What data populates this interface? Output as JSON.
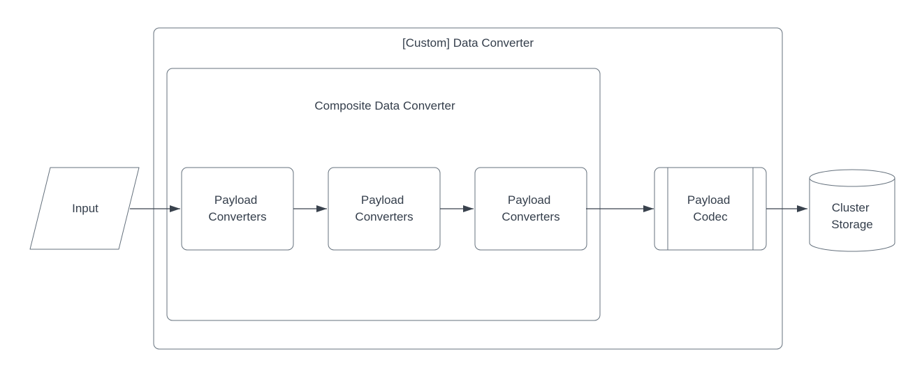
{
  "diagram": {
    "outer_container": {
      "title": "[Custom] Data Converter"
    },
    "inner_container": {
      "title": "Composite Data Converter"
    },
    "nodes": {
      "input": {
        "label": "Input",
        "shape": "parallelogram"
      },
      "payload_converter": {
        "line1": "Payload",
        "line2": "Converters",
        "shape": "rounded-rect",
        "count": 3
      },
      "payload_codec": {
        "line1": "Payload",
        "line2": "Codec",
        "shape": "predefined-process"
      },
      "cluster_storage": {
        "line1": "Cluster",
        "line2": "Storage",
        "shape": "cylinder"
      }
    },
    "colors": {
      "background": "#ffffff",
      "shape_stroke": "#64707c",
      "arrow": "#39424d",
      "text": "#343e4b"
    }
  }
}
